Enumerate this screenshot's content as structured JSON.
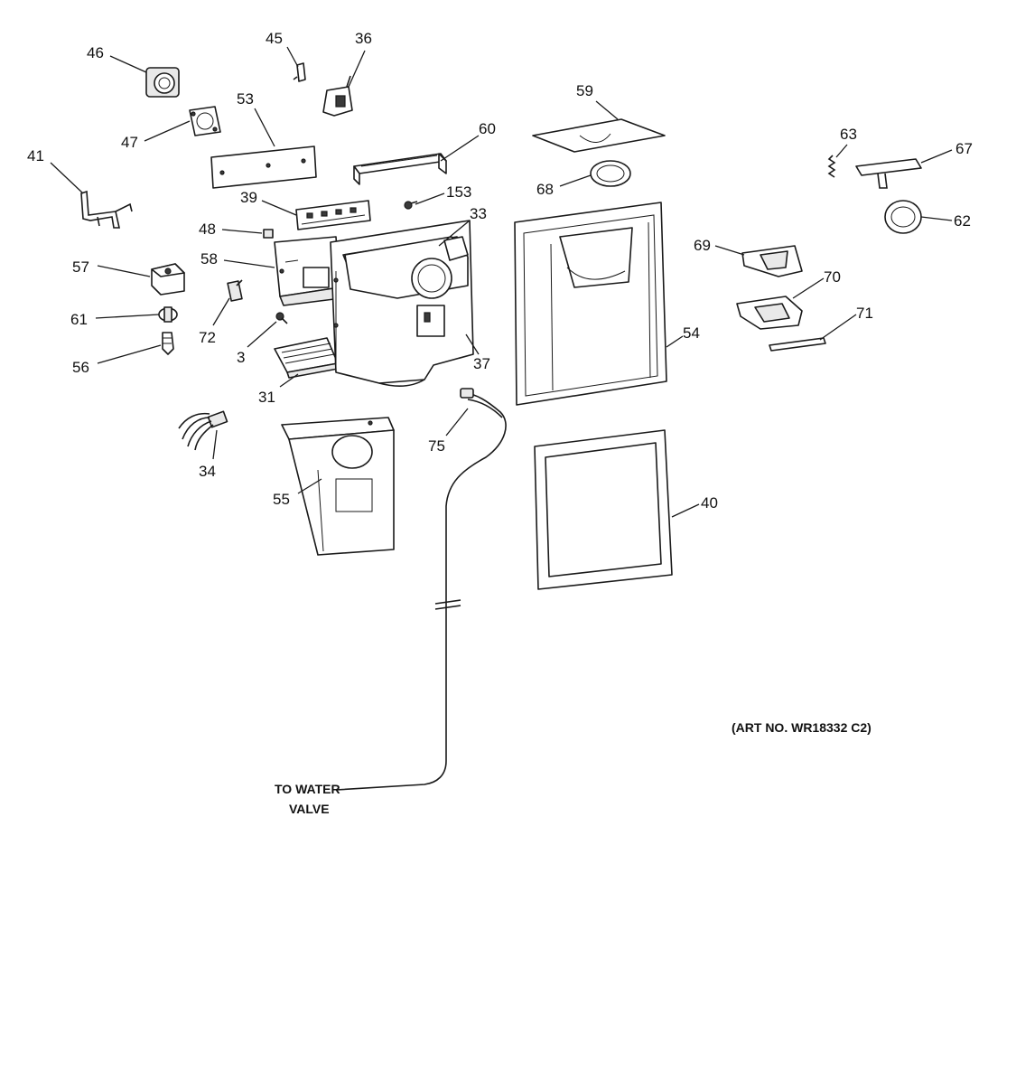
{
  "diagram": {
    "art_number": "(ART NO. WR18332 C2)",
    "water_note": [
      "TO WATER",
      "VALVE"
    ],
    "callouts": {
      "p3": "3",
      "p31": "31",
      "p33": "33",
      "p34": "34",
      "p36": "36",
      "p37": "37",
      "p39": "39",
      "p40": "40",
      "p41": "41",
      "p45": "45",
      "p46": "46",
      "p47": "47",
      "p48": "48",
      "p53": "53",
      "p54": "54",
      "p55": "55",
      "p56": "56",
      "p57": "57",
      "p58": "58",
      "p59": "59",
      "p60": "60",
      "p61": "61",
      "p62": "62",
      "p63": "63",
      "p67": "67",
      "p68": "68",
      "p69": "69",
      "p70": "70",
      "p71": "71",
      "p72": "72",
      "p75": "75",
      "p153": "153"
    }
  }
}
